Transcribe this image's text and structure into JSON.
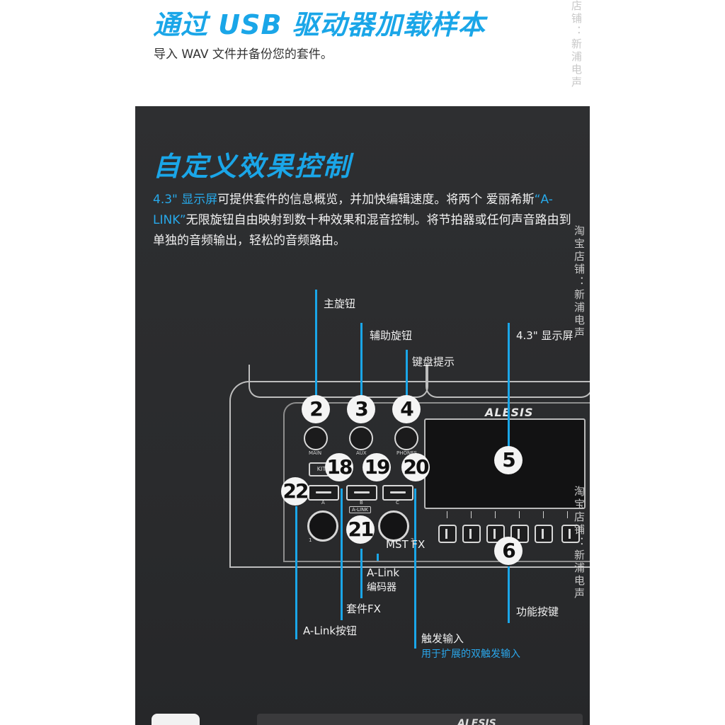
{
  "header": {
    "title": "通过 USB 驱动器加载样本",
    "subtitle": "导入 WAV 文件并备份您的套件。"
  },
  "section": {
    "title": "自定义效果控制",
    "para_hl1": "4.3\" 显示屏",
    "para_t1": "可提供套件的信息概览，并加快编辑速度。将两个 爱丽希斯",
    "para_hl2": "“A-LINK”",
    "para_t2": "无限旋钮自由映射到数十种效果和混音控制。将节拍器或任何声音路由到单独的音频输出，轻松的音频路由。"
  },
  "watermark": {
    "top": "店铺：新浦电声",
    "middle": "淘宝店铺：新浦电声",
    "bottom": "淘宝店铺：新浦电声"
  },
  "callouts": {
    "main_knob": "主旋钮",
    "aux_knob": "辅助旋钮",
    "keyboard_hint": "键盘提示",
    "display": "4.3\" 显示屏",
    "mst_fx": "MST FX",
    "alink_encoder_1": "A-Link",
    "alink_encoder_2": "编码器",
    "kit_fx": "套件FX",
    "function_keys": "功能按键",
    "alink_buttons": "A-Link按钮",
    "trigger_input": "触发输入",
    "trigger_input_note": "用于扩展的双触发输入"
  },
  "device": {
    "brand": "ALESIS",
    "brand_bottom": "ALESIS",
    "knob_main": "MAIN",
    "knob_aux": "AUX",
    "knob_phones": "PHONES",
    "btn_kit": "KIT",
    "btn_a": "A",
    "btn_b": "B",
    "btn_c": "C",
    "alink_tag": "A-LINK",
    "enc1": "1",
    "enc2": "2"
  },
  "markers": [
    "2",
    "3",
    "4",
    "5",
    "6",
    "18",
    "19",
    "20",
    "21",
    "22"
  ],
  "colors": {
    "accent": "#1aa6e8",
    "panel": "#2b2c2e"
  }
}
